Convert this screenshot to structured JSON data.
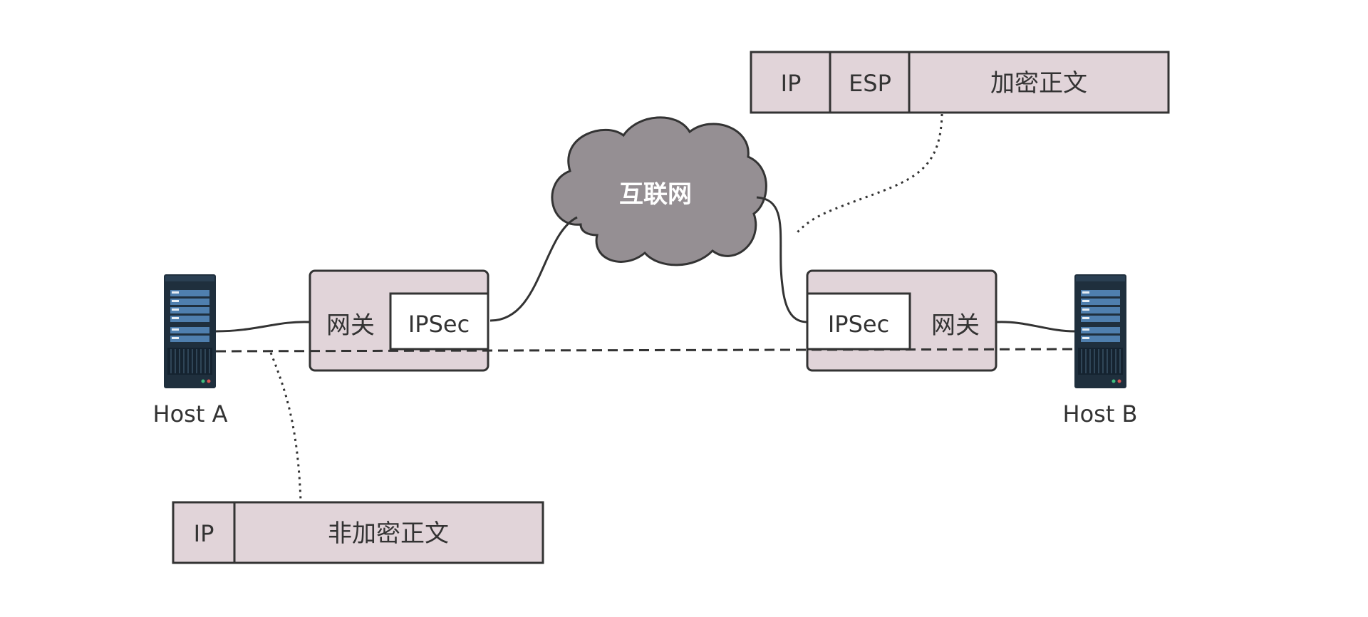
{
  "colors": {
    "box_fill": "#e1d4d9",
    "cloud_fill": "#958f93",
    "stroke": "#333333",
    "text": "#333333",
    "cloud_text": "#ffffff",
    "server_body": "#1f2f3d",
    "server_slot": "#4f7fae"
  },
  "packets": {
    "encrypted": {
      "ip": "IP",
      "esp": "ESP",
      "payload": "加密正文"
    },
    "plain": {
      "ip": "IP",
      "payload": "非加密正文"
    }
  },
  "cloud": {
    "label": "互联网"
  },
  "gateway_left": {
    "label": "网关",
    "ipsec": "IPSec"
  },
  "gateway_right": {
    "label": "网关",
    "ipsec": "IPSec"
  },
  "hosts": {
    "a": {
      "label": "Host A",
      "icon": "server-icon"
    },
    "b": {
      "label": "Host B",
      "icon": "server-icon"
    }
  }
}
